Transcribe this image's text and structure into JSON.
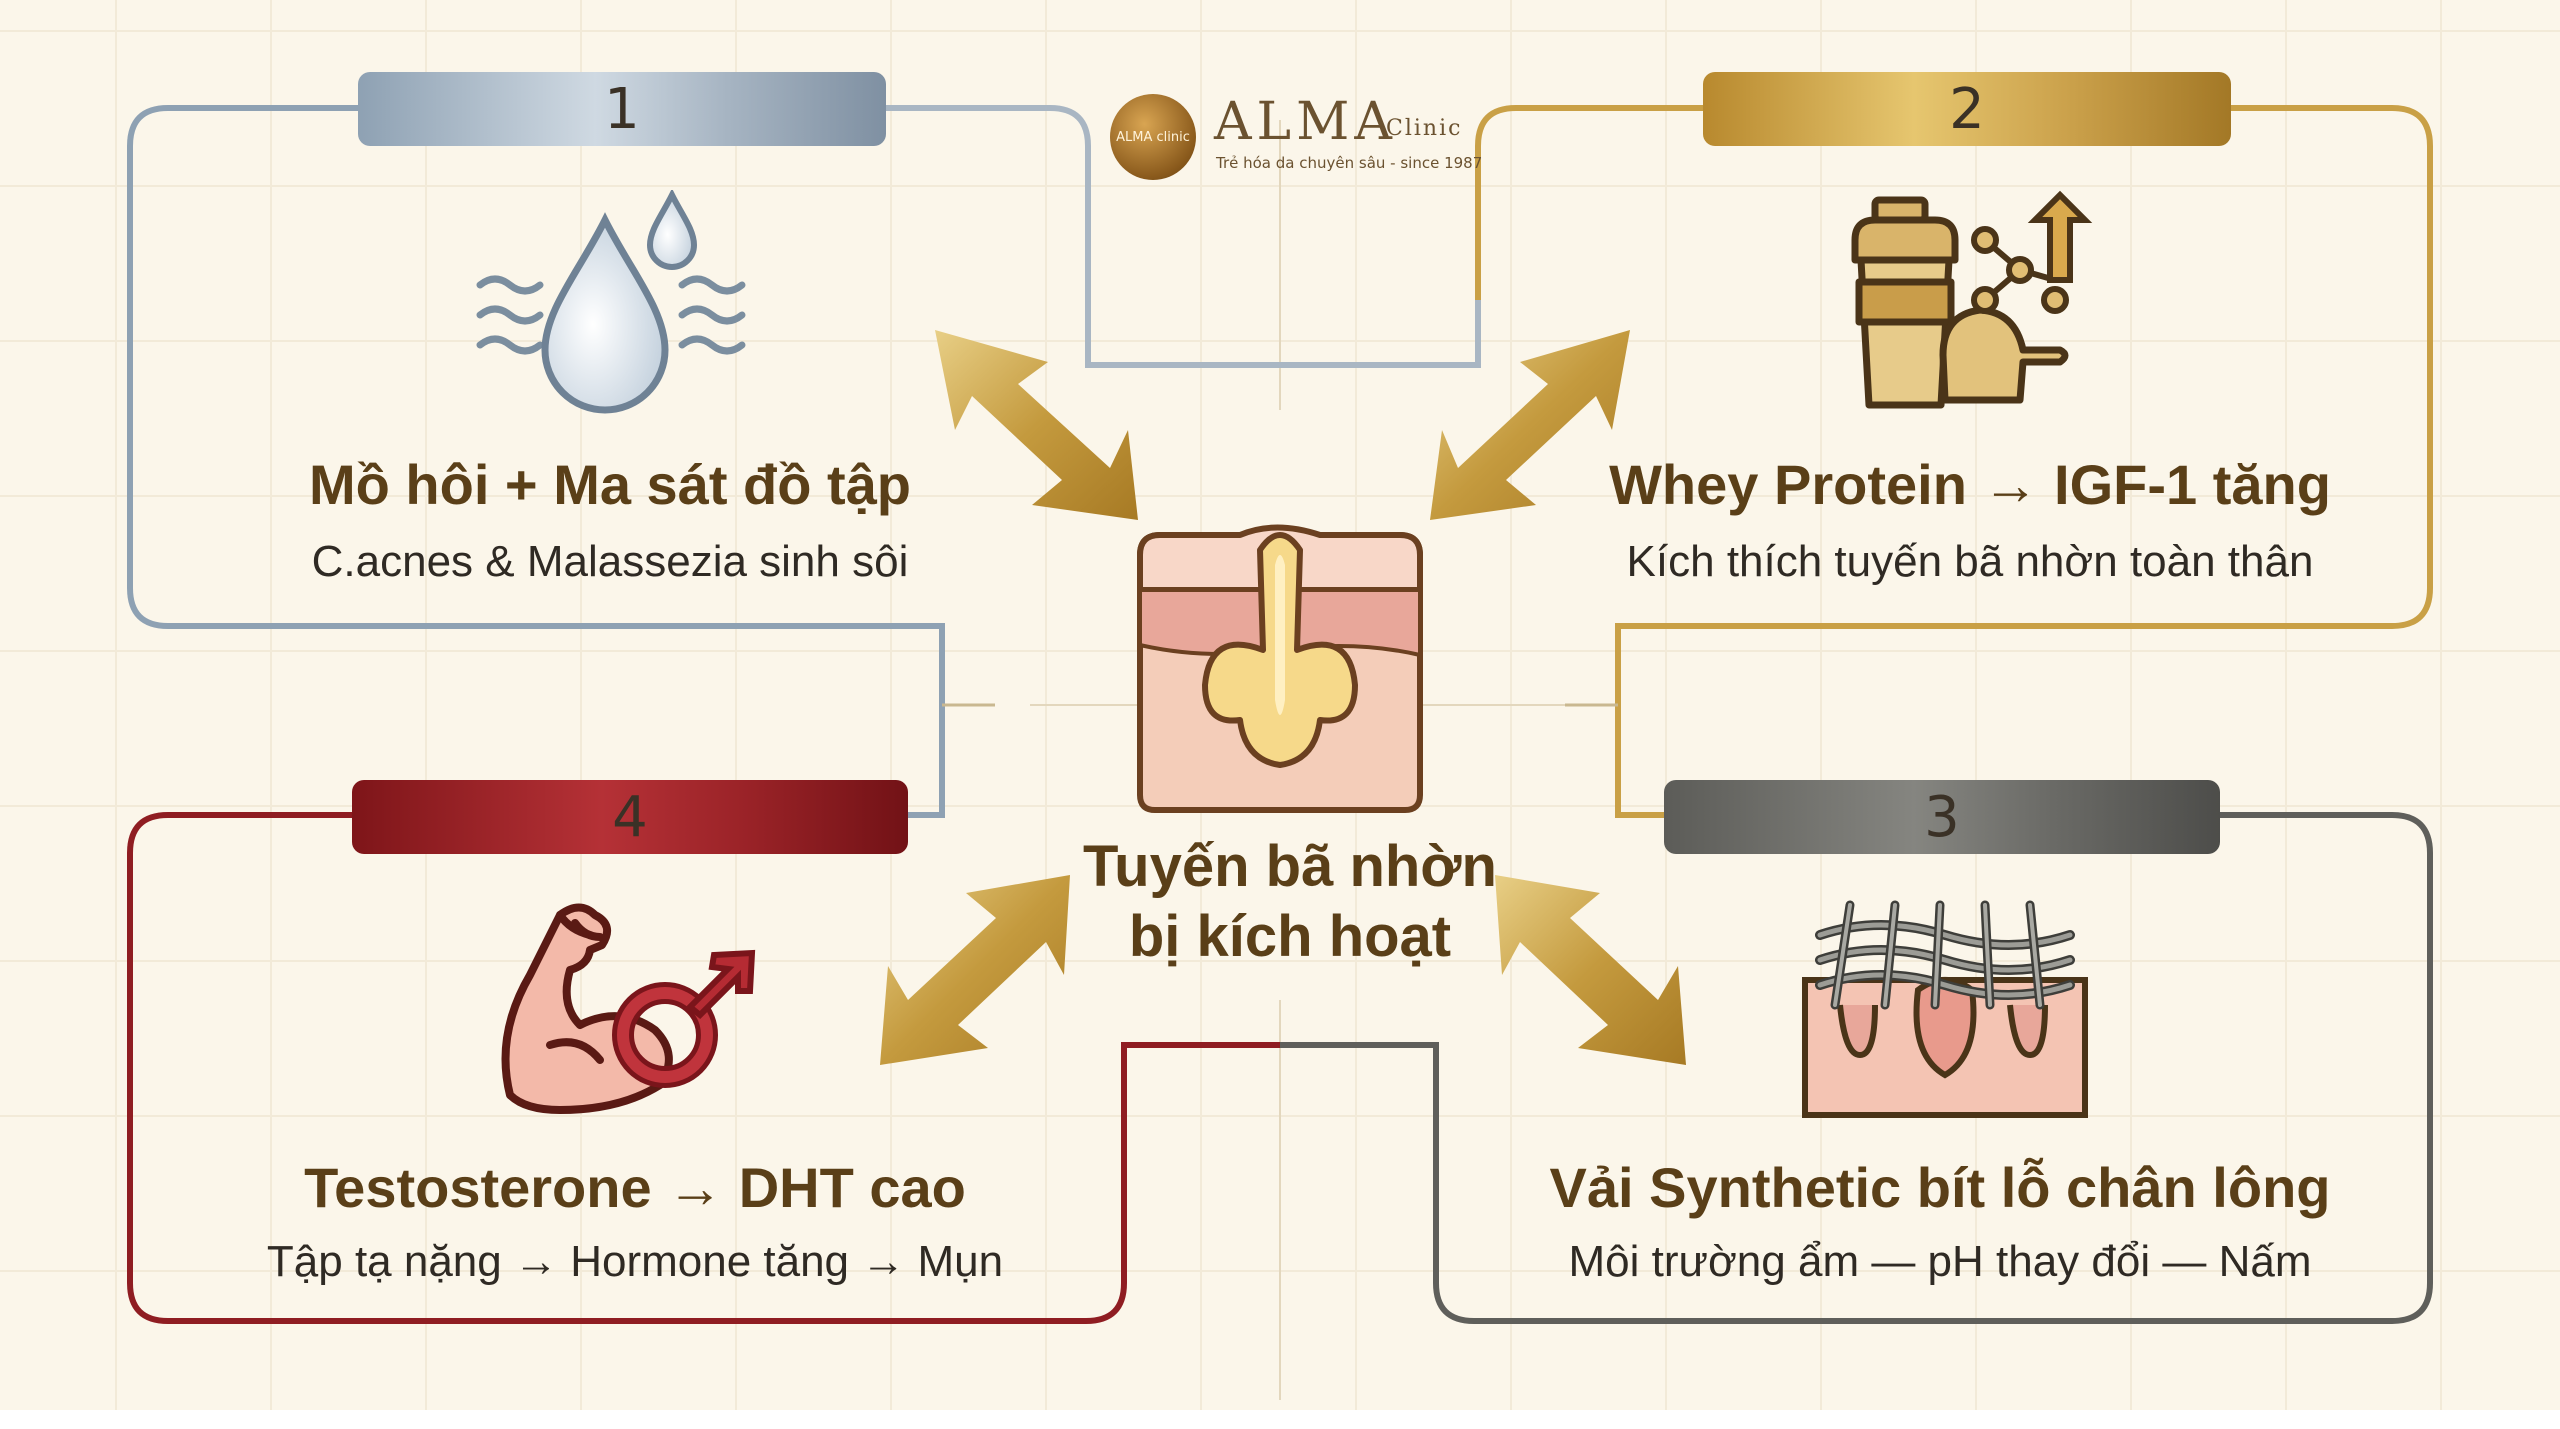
{
  "logo": {
    "mark": "ALMA clinic",
    "name": "ALMA",
    "suffix": "Clinic",
    "tagline": "Trẻ hóa da chuyên sâu - since 1987"
  },
  "center": {
    "line1": "Tuyến bã nhờn",
    "line2": "bị kích hoạt",
    "icon": "skin-sebaceous-gland-icon"
  },
  "cards": [
    {
      "number": "1",
      "title": "Mồ hôi + Ma sát đồ tập",
      "subtitle": "C.acnes & Malassezia sinh sôi",
      "icon": "sweat-drops-icon",
      "color": "#8ea1b3"
    },
    {
      "number": "2",
      "title": "Whey Protein → IGF-1 tăng",
      "subtitle": "Kích thích tuyến bã nhờn toàn thân",
      "icon": "protein-shaker-icon",
      "color": "#c9a046"
    },
    {
      "number": "3",
      "title": "Vải Synthetic bít lỗ chân lông",
      "subtitle": "Môi trường ẩm — pH thay đổi — Nấm",
      "icon": "synthetic-fabric-pore-icon",
      "color": "#6a6a66"
    },
    {
      "number": "4",
      "title": "Testosterone → DHT cao",
      "subtitle": "Tập tạ nặng → Hormone tăng → Mụn",
      "icon": "muscle-male-symbol-icon",
      "color": "#8f1d22"
    }
  ]
}
